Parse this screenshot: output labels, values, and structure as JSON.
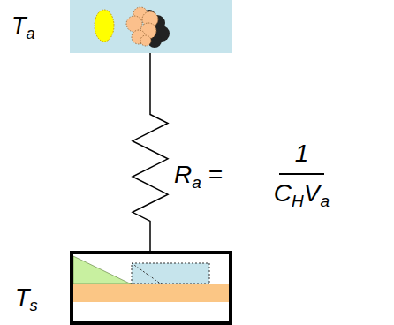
{
  "diagram": {
    "nodes": [
      {
        "text": [
          "Ta"
        ]
      },
      {
        "text": [
          "Ts"
        ]
      }
    ],
    "edges": [
      {
        "from": 0,
        "to": 1,
        "arrow": "none"
      }
    ],
    "labels": [
      "Ra =",
      "1",
      "CHVa"
    ]
  }
}
